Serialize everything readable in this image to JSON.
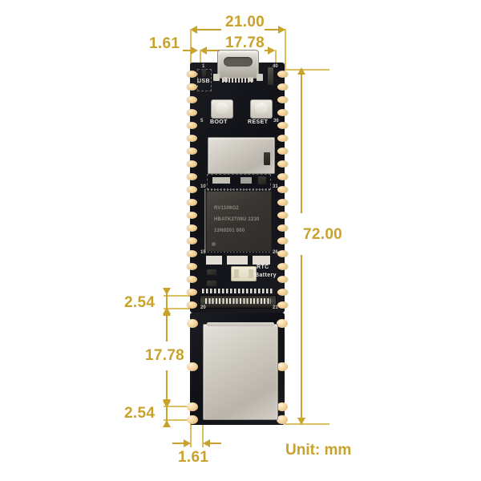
{
  "drawing": {
    "unit_label": "Unit: mm",
    "dimensions": {
      "overall_width": "21.00",
      "edge_offset_top": "1.61",
      "inner_width": "17.78",
      "overall_height": "72.00",
      "pitch_top": "2.54",
      "inner_height": "17.78",
      "pitch_bottom": "2.54",
      "edge_offset_bottom": "1.61"
    },
    "accent_color": "#c9a22b"
  },
  "board": {
    "soc": {
      "line1": "RV1106G2",
      "line2": "HBATK2T08U 2230",
      "line3": "13N0201  000"
    },
    "silkscreen": {
      "usb_label": "USB",
      "boot": "BOOT",
      "reset": "RESET",
      "rtc_line1": "RTC",
      "rtc_line2": "Battery"
    },
    "pin_numbers": {
      "p1": "1",
      "p5": "5",
      "p10": "10",
      "p15": "15",
      "p20": "20",
      "p21": "21",
      "p26": "26",
      "p31": "31",
      "p36": "36",
      "p40": "40"
    }
  }
}
